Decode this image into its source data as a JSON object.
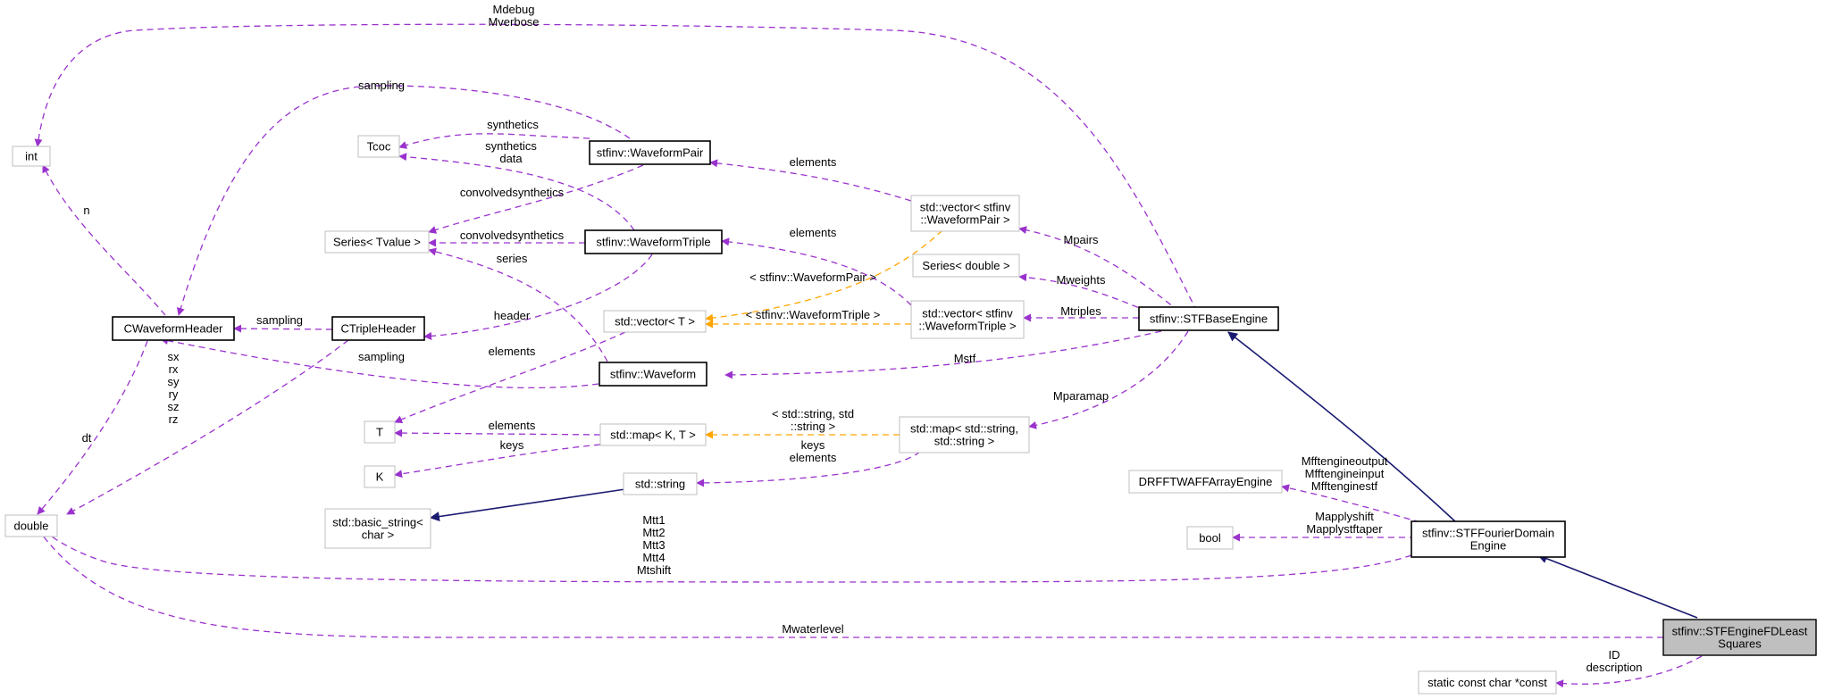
{
  "nodes": {
    "int": {
      "lines": [
        "int"
      ],
      "kind": "ext"
    },
    "tcoc": {
      "lines": [
        "Tcoc"
      ],
      "kind": "ext"
    },
    "series_tvalue": {
      "lines": [
        "Series< Tvalue >"
      ],
      "kind": "ext"
    },
    "cwaveformheader": {
      "lines": [
        "CWaveformHeader"
      ],
      "kind": "cls"
    },
    "ctripleheader": {
      "lines": [
        "CTripleHeader"
      ],
      "kind": "cls"
    },
    "waveformpair": {
      "lines": [
        "stfinv::WaveformPair"
      ],
      "kind": "cls"
    },
    "waveformtriple": {
      "lines": [
        "stfinv::WaveformTriple"
      ],
      "kind": "cls"
    },
    "waveform": {
      "lines": [
        "stfinv::Waveform"
      ],
      "kind": "cls"
    },
    "vector_t": {
      "lines": [
        "std::vector< T >"
      ],
      "kind": "ext"
    },
    "t": {
      "lines": [
        "T"
      ],
      "kind": "ext"
    },
    "k": {
      "lines": [
        "K"
      ],
      "kind": "ext"
    },
    "map_kt": {
      "lines": [
        "std::map< K, T >"
      ],
      "kind": "ext"
    },
    "string": {
      "lines": [
        "std::string"
      ],
      "kind": "ext"
    },
    "basic_string": {
      "lines": [
        "std::basic_string<",
        "char >"
      ],
      "kind": "ext"
    },
    "double": {
      "lines": [
        "double"
      ],
      "kind": "ext"
    },
    "vec_pair": {
      "lines": [
        "std::vector< stfinv",
        "::WaveformPair >"
      ],
      "kind": "ext"
    },
    "series_double": {
      "lines": [
        "Series< double >"
      ],
      "kind": "ext"
    },
    "vec_triple": {
      "lines": [
        "std::vector< stfinv",
        "::WaveformTriple >"
      ],
      "kind": "ext"
    },
    "map_ss": {
      "lines": [
        "std::map< std::string,",
        "std::string >"
      ],
      "kind": "ext"
    },
    "stfbase": {
      "lines": [
        "stfinv::STFBaseEngine"
      ],
      "kind": "cls"
    },
    "drfft": {
      "lines": [
        "DRFFTWAFFArrayEngine"
      ],
      "kind": "ext"
    },
    "bool": {
      "lines": [
        "bool"
      ],
      "kind": "ext"
    },
    "fourier": {
      "lines": [
        "stfinv::STFFourierDomain",
        "Engine"
      ],
      "kind": "cls"
    },
    "fdleast": {
      "lines": [
        "stfinv::STFEngineFDLeast",
        "Squares"
      ],
      "kind": "focus"
    },
    "static_char": {
      "lines": [
        "static const char *const"
      ],
      "kind": "ext"
    }
  },
  "edge_labels": {
    "mdebug": [
      "Mdebug",
      "Mverbose"
    ],
    "sampling_top": [
      "sampling"
    ],
    "synthetics": [
      "synthetics"
    ],
    "synth_data": [
      "synthetics",
      "data"
    ],
    "conv1": [
      "convolvedsynthetics"
    ],
    "conv2": [
      "convolvedsynthetics"
    ],
    "n": [
      "n"
    ],
    "elements_pair": [
      "elements"
    ],
    "elements_triple": [
      "elements"
    ],
    "series": [
      "series"
    ],
    "mpairs": [
      "Mpairs"
    ],
    "mweights": [
      "Mweights"
    ],
    "tpl_pair": [
      "< stfinv::WaveformPair >"
    ],
    "tpl_triple": [
      "< stfinv::WaveformTriple >"
    ],
    "mtriples": [
      "Mtriples"
    ],
    "header": [
      "header"
    ],
    "sampling_ct": [
      "sampling"
    ],
    "elements_vec": [
      "elements"
    ],
    "sampling_wf": [
      "sampling"
    ],
    "mstf": [
      "Mstf"
    ],
    "sx": [
      "sx",
      "rx",
      "sy",
      "ry",
      "sz",
      "rz"
    ],
    "dt": [
      "dt"
    ],
    "mparamap": [
      "Mparamap"
    ],
    "tpl_map": [
      "< std::string, std",
      "::string >"
    ],
    "elements_map": [
      "elements"
    ],
    "keys_map": [
      "keys"
    ],
    "keys_elements": [
      "keys",
      "elements"
    ],
    "mfft": [
      "Mfftengineoutput",
      "Mfftengineinput",
      "Mfftenginestf"
    ],
    "mapply": [
      "Mapplyshift",
      "Mapplystftaper"
    ],
    "mtt": [
      "Mtt1",
      "Mtt2",
      "Mtt3",
      "Mtt4",
      "Mtshift"
    ],
    "mwater": [
      "Mwaterlevel"
    ],
    "id_desc": [
      "ID",
      "description"
    ]
  },
  "colors": {
    "use_edge": "#9a32cd",
    "template_edge": "#ffa500",
    "inherit_edge": "#191970",
    "external_border": "#bfbfbf",
    "focus_fill": "#bfbfbf"
  }
}
